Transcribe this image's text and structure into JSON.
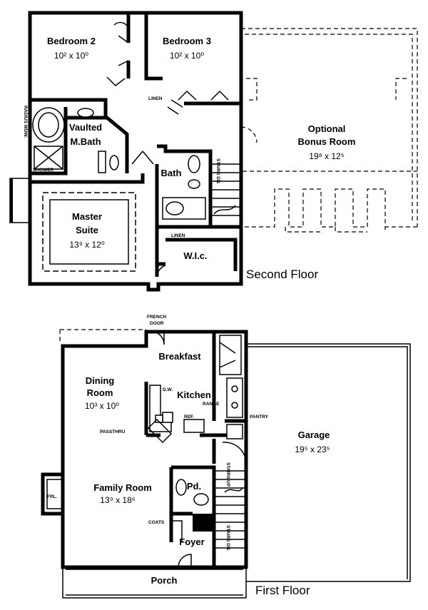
{
  "floors": [
    {
      "caption": "Second Floor",
      "rooms": [
        {
          "name": "Bedroom 2",
          "dims": "10² x 10⁰"
        },
        {
          "name": "Bedroom 3",
          "dims": "10² x 10⁰"
        },
        {
          "name": "Vaulted",
          "name2": "M.Bath"
        },
        {
          "name": "Master",
          "name2": "Suite",
          "dims": "13⁹ x 12⁰"
        },
        {
          "name": "Bath"
        },
        {
          "name": "W.I.c."
        },
        {
          "name": "Optional",
          "name2": "Bonus Room",
          "dims": "19⁸ x 12⁵"
        }
      ],
      "notes": {
        "linen1": "LINEN",
        "linen2": "LINEN",
        "radius": "RADIUS WDW.",
        "shower": "SHOWER",
        "stairs": "STAIRS DN."
      }
    },
    {
      "caption": "First Floor",
      "rooms": [
        {
          "name": "Breakfast"
        },
        {
          "name": "Dining",
          "name2": "Room",
          "dims": "10³ x 10⁰"
        },
        {
          "name": "Kitchen"
        },
        {
          "name": "Garage",
          "dims": "19⁵ x 23⁵"
        },
        {
          "name": "Family Room",
          "dims": "13⁹ x 18⁶"
        },
        {
          "name": "Pd."
        },
        {
          "name": "Foyer"
        },
        {
          "name": "Porch"
        },
        {
          "name": "FPL."
        }
      ],
      "notes": {
        "french": "FRENCH",
        "door": "DOOR",
        "dw": "D.W.",
        "ref": "REF.",
        "range": "RANGE",
        "pantry": "PANTRY",
        "passthru": "PASSTHRU",
        "coats": "COATS",
        "stairs_up": "STAIRS UP",
        "stairs_dn": "STAIRS DN."
      }
    }
  ]
}
